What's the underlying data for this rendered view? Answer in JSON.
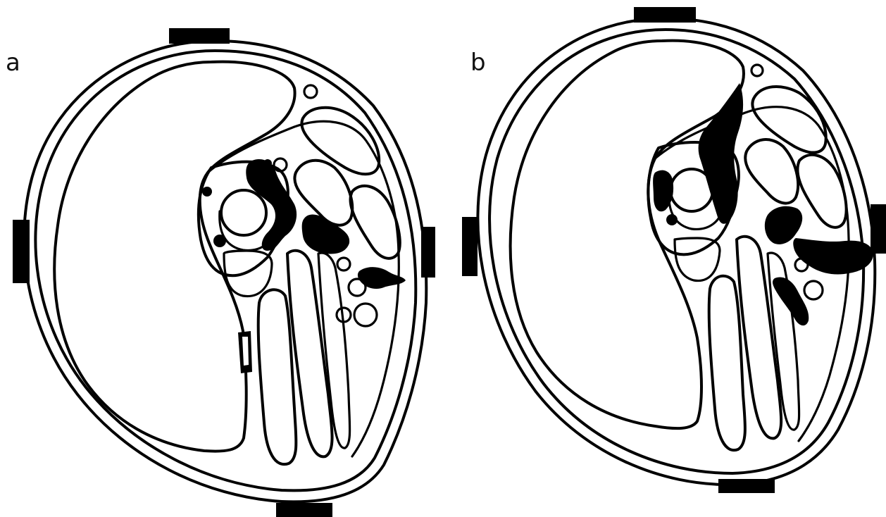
{
  "panels": [
    {
      "id": "a",
      "label": "a"
    },
    {
      "id": "b",
      "label": "b"
    }
  ],
  "colors": {
    "ink": "#000000",
    "background": "#ffffff"
  }
}
